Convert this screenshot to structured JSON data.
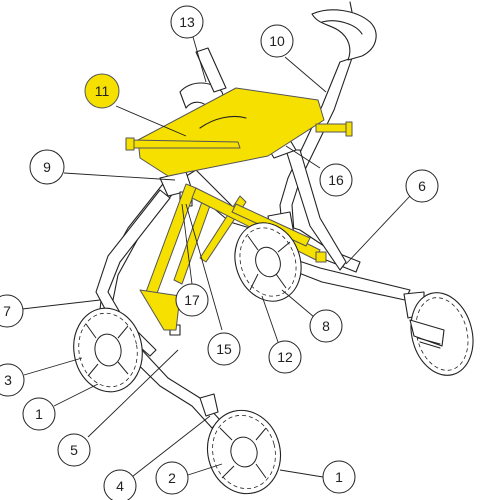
{
  "callouts": {
    "c1a": "1",
    "c1b": "1",
    "c2": "2",
    "c3": "3",
    "c4": "4",
    "c5": "5",
    "c6": "6",
    "c7": "7",
    "c8": "8",
    "c9": "9",
    "c10": "10",
    "c11": "11",
    "c12": "12",
    "c13": "13",
    "c15": "15",
    "c16": "16",
    "c17": "17"
  },
  "colors": {
    "highlight": "#f5e000",
    "line": "#222222",
    "background": "#ffffff"
  },
  "highlighted_part": "11"
}
